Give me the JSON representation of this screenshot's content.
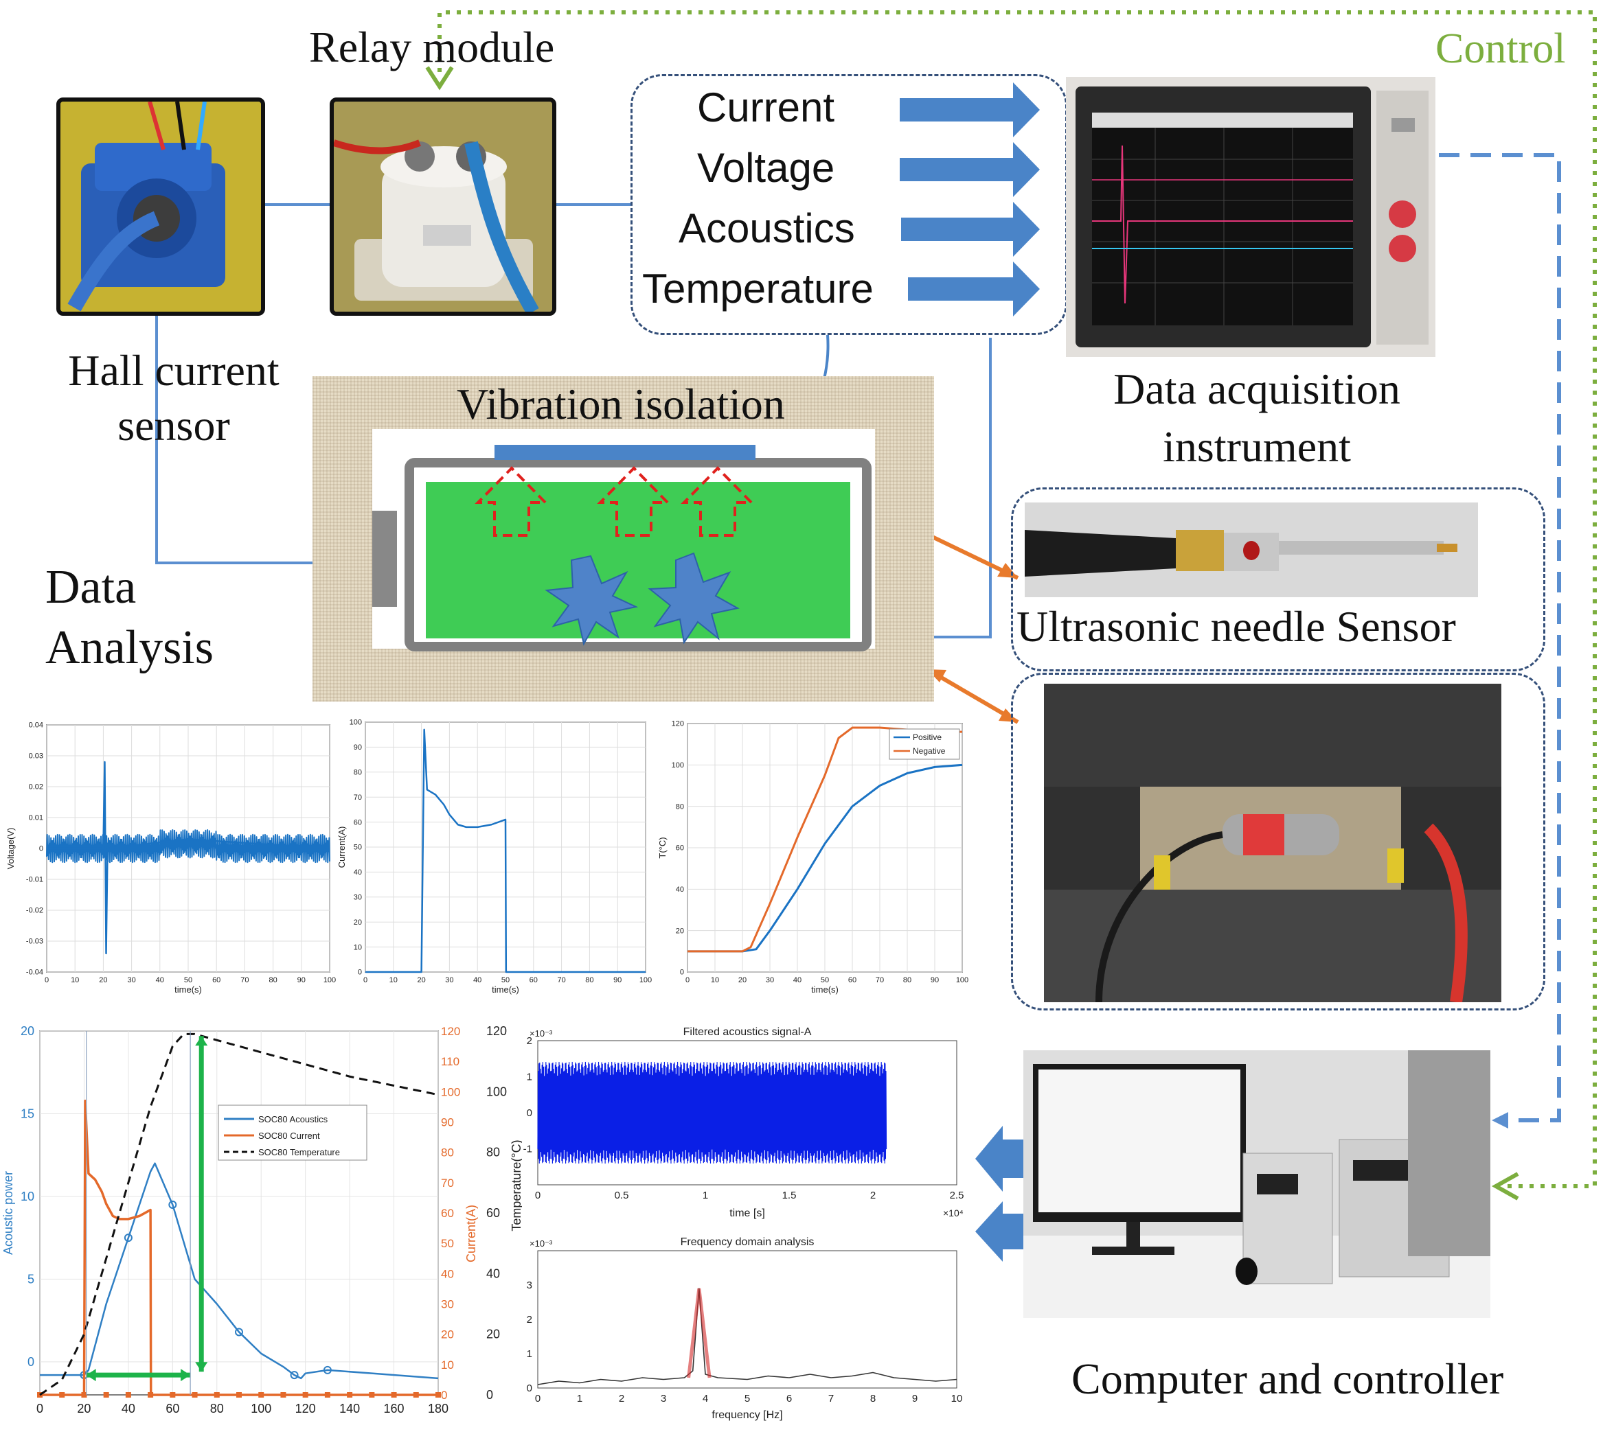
{
  "labels": {
    "relay_module": "Relay module",
    "control": "Control",
    "hall_sensor_line1": "Hall current",
    "hall_sensor_line2": "sensor",
    "vibration_isolation": "Vibration isolation",
    "data_acquisition_line1": "Data acquisition",
    "data_acquisition_line2": "instrument",
    "data_analysis_line1": "Data",
    "data_analysis_line2": "Analysis",
    "ultrasonic_sensor": "Ultrasonic needle Sensor",
    "computer_controller": "Computer and controller"
  },
  "signals": [
    "Current",
    "Voltage",
    "Acoustics",
    "Temperature"
  ],
  "colors": {
    "blue_line": "#5b8fd0",
    "arrow_blue": "#4a84c8",
    "orange": "#e87a2c",
    "green_dotted": "#7cae3e",
    "battery_green": "#3fcc55",
    "star_blue": "#4f83c9",
    "red_dashed": "#e0211d",
    "box_dashed": "#35507a"
  },
  "chart_data": [
    {
      "type": "line",
      "id": "voltage",
      "xlabel": "time(s)",
      "ylabel": "Voltage(V)",
      "xlim": [
        0,
        100
      ],
      "ylim": [
        -0.04,
        0.04
      ],
      "xticks": [
        "0",
        "10",
        "20",
        "30",
        "40",
        "50",
        "60",
        "70",
        "80",
        "90",
        "100"
      ],
      "yticks": [
        "-0.04",
        "-0.03",
        "-0.02",
        "-0.01",
        "0",
        "0.01",
        "0.02",
        "0.03",
        "0.04"
      ],
      "series": [
        {
          "x": [
            0,
            20,
            20.5,
            21,
            21.5,
            50,
            100
          ],
          "y": [
            0,
            0,
            0.028,
            -0.034,
            0,
            0.003,
            0
          ]
        }
      ]
    },
    {
      "type": "line",
      "id": "current",
      "xlabel": "time(s)",
      "ylabel": "Current(A)",
      "xlim": [
        0,
        100
      ],
      "ylim": [
        0,
        100
      ],
      "xticks": [
        "0",
        "10",
        "20",
        "30",
        "40",
        "50",
        "60",
        "70",
        "80",
        "90",
        "100"
      ],
      "yticks": [
        "0",
        "10",
        "20",
        "30",
        "40",
        "50",
        "60",
        "70",
        "80",
        "90",
        "100"
      ],
      "series": [
        {
          "x": [
            0,
            20,
            21,
            22,
            25,
            28,
            30,
            33,
            36,
            40,
            45,
            50,
            50.2,
            100
          ],
          "y": [
            0,
            0,
            97,
            73,
            71,
            67,
            63,
            59,
            58,
            58,
            59,
            61,
            0,
            0
          ]
        }
      ]
    },
    {
      "type": "line",
      "id": "temperature",
      "xlabel": "time(s)",
      "ylabel": "T(°C)",
      "xlim": [
        0,
        100
      ],
      "ylim": [
        0,
        120
      ],
      "xticks": [
        "0",
        "10",
        "20",
        "30",
        "40",
        "50",
        "60",
        "70",
        "80",
        "90",
        "100"
      ],
      "yticks": [
        "0",
        "20",
        "40",
        "60",
        "80",
        "100",
        "120"
      ],
      "legend": [
        "Positive",
        "Negative"
      ],
      "series": [
        {
          "name": "Positive",
          "x": [
            0,
            20,
            25,
            30,
            40,
            50,
            60,
            70,
            80,
            90,
            100
          ],
          "y": [
            10,
            10,
            11,
            20,
            40,
            62,
            80,
            90,
            96,
            99,
            100
          ]
        },
        {
          "name": "Negative",
          "x": [
            0,
            20,
            23,
            30,
            40,
            50,
            55,
            60,
            70,
            80,
            90,
            100
          ],
          "y": [
            10,
            10,
            12,
            33,
            65,
            95,
            113,
            118,
            118,
            117,
            116,
            116
          ]
        }
      ]
    },
    {
      "type": "line",
      "id": "combined",
      "ylabel_left": "Acoustic power",
      "ylabel_right1": "Current(A)",
      "ylabel_right2": "Temperature(°C)",
      "xlim": [
        0,
        180
      ],
      "ylim_left": [
        -2,
        20
      ],
      "xticks": [
        "0",
        "20",
        "40",
        "60",
        "80",
        "100",
        "120",
        "140",
        "160",
        "180"
      ],
      "yticks_left": [
        "0",
        "5",
        "10",
        "15",
        "20"
      ],
      "yticks_right1": [
        "0",
        "10",
        "20",
        "30",
        "40",
        "50",
        "60",
        "70",
        "80",
        "90",
        "100",
        "110",
        "120"
      ],
      "yticks_right2": [
        "0",
        "20",
        "40",
        "60",
        "80",
        "100",
        "120"
      ],
      "legend": [
        "SOC80 Acoustics",
        "SOC80 Current",
        "SOC80 Temperature"
      ],
      "series": [
        {
          "name": "SOC80 Acoustics",
          "x": [
            0,
            20,
            22,
            30,
            40,
            50,
            52,
            60,
            70,
            80,
            90,
            100,
            110,
            115,
            118,
            120,
            130,
            150,
            180
          ],
          "y": [
            -0.8,
            -0.8,
            -0.5,
            3.5,
            7.5,
            11.5,
            12,
            9.5,
            5,
            3.5,
            1.8,
            0.5,
            -0.3,
            -0.8,
            -1,
            -0.7,
            -0.5,
            -0.7,
            -1
          ]
        },
        {
          "name": "SOC80 Current",
          "x": [
            0,
            20,
            20.5,
            22,
            25,
            28,
            30,
            33,
            36,
            40,
            45,
            50,
            50.2,
            180
          ],
          "y": [
            0,
            0,
            97,
            73,
            71,
            67,
            63,
            59,
            58,
            58,
            59,
            61,
            0,
            0
          ]
        },
        {
          "name": "SOC80 Temperature",
          "x": [
            0,
            10,
            20,
            30,
            40,
            50,
            60,
            65,
            70,
            80,
            100,
            120,
            140,
            160,
            180
          ],
          "y": [
            0,
            5,
            20,
            45,
            70,
            95,
            115,
            119,
            119,
            117,
            113,
            109,
            105,
            102,
            99
          ]
        }
      ]
    },
    {
      "type": "line",
      "id": "filtered",
      "title": "Filtered acoustics signal-A",
      "xlabel": "time [s]",
      "x_multiplier": "×10⁴",
      "y_multiplier": "×10⁻³",
      "xlim": [
        0,
        2.5
      ],
      "ylim": [
        -2,
        2
      ],
      "xticks": [
        "0",
        "0.5",
        "1",
        "1.5",
        "2",
        "2.5"
      ],
      "yticks": [
        "-1",
        "0",
        "1",
        "2"
      ],
      "series": [
        {
          "x": [
            0,
            2.08
          ],
          "amplitude": 1.4
        }
      ]
    },
    {
      "type": "line",
      "id": "frequency",
      "title": "Frequency domain analysis",
      "xlabel": "frequency [Hz]",
      "y_multiplier": "×10⁻³",
      "xlim": [
        0,
        10
      ],
      "ylim": [
        0,
        4
      ],
      "xticks": [
        "0",
        "1",
        "2",
        "3",
        "4",
        "5",
        "6",
        "7",
        "8",
        "9",
        "10"
      ],
      "yticks": [
        "0",
        "1",
        "2",
        "3"
      ],
      "series": [
        {
          "x": [
            0,
            0.5,
            1,
            1.5,
            2,
            2.5,
            3,
            3.5,
            3.7,
            3.85,
            4.0,
            4.3,
            5,
            5.5,
            6,
            6.5,
            7,
            7.5,
            8,
            8.5,
            9,
            9.5,
            10
          ],
          "y": [
            0.1,
            0.2,
            0.15,
            0.25,
            0.2,
            0.3,
            0.25,
            0.3,
            0.5,
            2.9,
            0.4,
            0.3,
            0.25,
            0.35,
            0.3,
            0.4,
            0.3,
            0.35,
            0.45,
            0.3,
            0.25,
            0.2,
            0.25
          ]
        }
      ]
    }
  ]
}
